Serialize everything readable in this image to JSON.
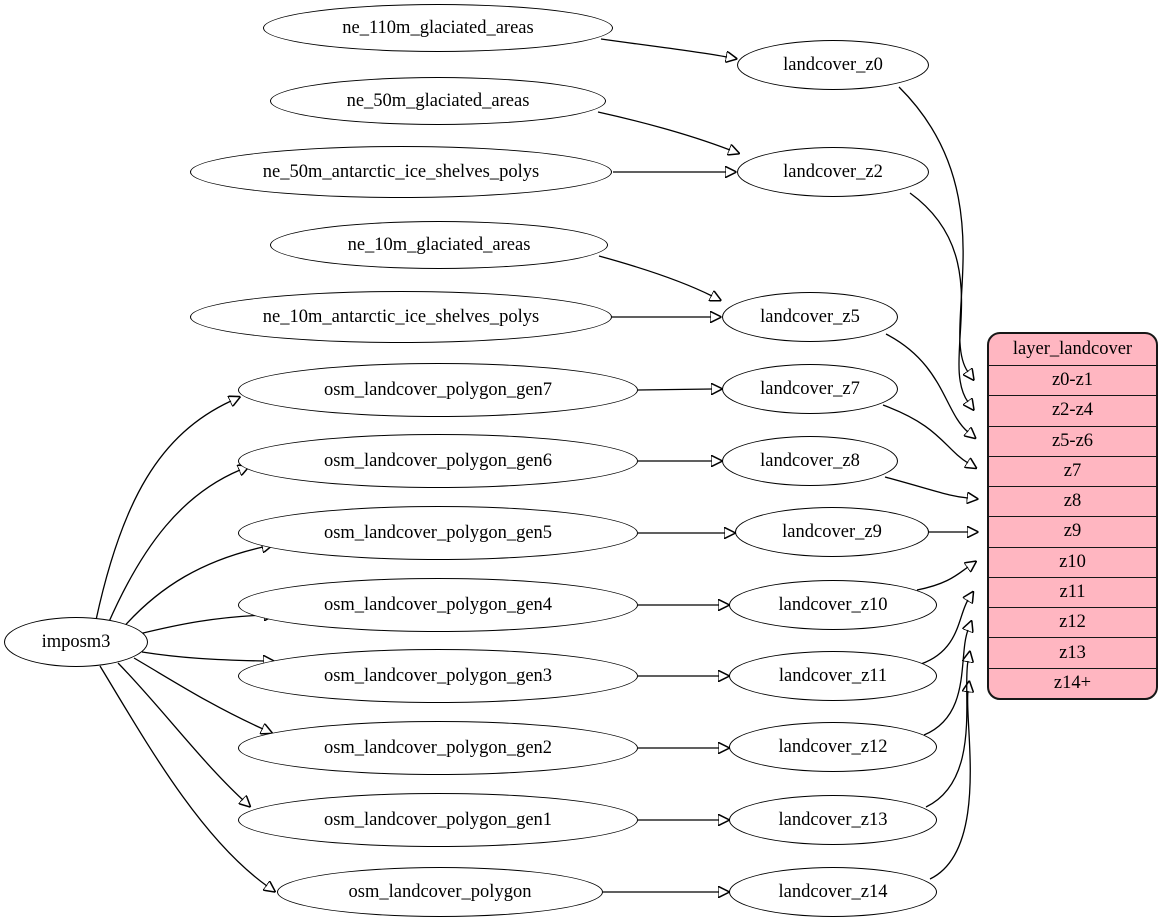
{
  "diagram": {
    "importer": {
      "label": "imposm3"
    },
    "sources": [
      {
        "label": "ne_110m_glaciated_areas"
      },
      {
        "label": "ne_50m_glaciated_areas"
      },
      {
        "label": "ne_50m_antarctic_ice_shelves_polys"
      },
      {
        "label": "ne_10m_glaciated_areas"
      },
      {
        "label": "ne_10m_antarctic_ice_shelves_polys"
      },
      {
        "label": "osm_landcover_polygon_gen7"
      },
      {
        "label": "osm_landcover_polygon_gen6"
      },
      {
        "label": "osm_landcover_polygon_gen5"
      },
      {
        "label": "osm_landcover_polygon_gen4"
      },
      {
        "label": "osm_landcover_polygon_gen3"
      },
      {
        "label": "osm_landcover_polygon_gen2"
      },
      {
        "label": "osm_landcover_polygon_gen1"
      },
      {
        "label": "osm_landcover_polygon"
      }
    ],
    "stages": [
      {
        "label": "landcover_z0"
      },
      {
        "label": "landcover_z2"
      },
      {
        "label": "landcover_z5"
      },
      {
        "label": "landcover_z7"
      },
      {
        "label": "landcover_z8"
      },
      {
        "label": "landcover_z9"
      },
      {
        "label": "landcover_z10"
      },
      {
        "label": "landcover_z11"
      },
      {
        "label": "landcover_z12"
      },
      {
        "label": "landcover_z13"
      },
      {
        "label": "landcover_z14"
      }
    ],
    "table": {
      "title": "layer_landcover",
      "rows": [
        "z0-z1",
        "z2-z4",
        "z5-z6",
        "z7",
        "z8",
        "z9",
        "z10",
        "z11",
        "z12",
        "z13",
        "z14+"
      ],
      "fill_color": "#ffb6c1"
    },
    "edges": [
      [
        "ne_110m_glaciated_areas",
        "landcover_z0"
      ],
      [
        "ne_50m_glaciated_areas",
        "landcover_z2"
      ],
      [
        "ne_50m_antarctic_ice_shelves_polys",
        "landcover_z2"
      ],
      [
        "ne_10m_glaciated_areas",
        "landcover_z5"
      ],
      [
        "ne_10m_antarctic_ice_shelves_polys",
        "landcover_z5"
      ],
      [
        "imposm3",
        "osm_landcover_polygon_gen7"
      ],
      [
        "imposm3",
        "osm_landcover_polygon_gen6"
      ],
      [
        "imposm3",
        "osm_landcover_polygon_gen5"
      ],
      [
        "imposm3",
        "osm_landcover_polygon_gen4"
      ],
      [
        "imposm3",
        "osm_landcover_polygon_gen3"
      ],
      [
        "imposm3",
        "osm_landcover_polygon_gen2"
      ],
      [
        "imposm3",
        "osm_landcover_polygon_gen1"
      ],
      [
        "imposm3",
        "osm_landcover_polygon"
      ],
      [
        "osm_landcover_polygon_gen7",
        "landcover_z7"
      ],
      [
        "osm_landcover_polygon_gen6",
        "landcover_z8"
      ],
      [
        "osm_landcover_polygon_gen5",
        "landcover_z9"
      ],
      [
        "osm_landcover_polygon_gen4",
        "landcover_z10"
      ],
      [
        "osm_landcover_polygon_gen3",
        "landcover_z11"
      ],
      [
        "osm_landcover_polygon_gen2",
        "landcover_z12"
      ],
      [
        "osm_landcover_polygon_gen1",
        "landcover_z13"
      ],
      [
        "osm_landcover_polygon",
        "landcover_z14"
      ],
      [
        "landcover_z0",
        "layer_landcover.z0-z1"
      ],
      [
        "landcover_z2",
        "layer_landcover.z2-z4"
      ],
      [
        "landcover_z5",
        "layer_landcover.z5-z6"
      ],
      [
        "landcover_z7",
        "layer_landcover.z7"
      ],
      [
        "landcover_z8",
        "layer_landcover.z8"
      ],
      [
        "landcover_z9",
        "layer_landcover.z9"
      ],
      [
        "landcover_z10",
        "layer_landcover.z10"
      ],
      [
        "landcover_z11",
        "layer_landcover.z11"
      ],
      [
        "landcover_z12",
        "layer_landcover.z12"
      ],
      [
        "landcover_z13",
        "layer_landcover.z13"
      ],
      [
        "landcover_z14",
        "layer_landcover.z14+"
      ]
    ],
    "colors": {
      "background": "#ffffff",
      "stroke": "#000000",
      "table_fill": "#ffb6c1"
    }
  }
}
